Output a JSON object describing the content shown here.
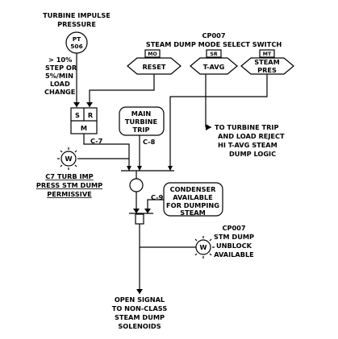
{
  "turbine_impulse_pressure": {
    "title_lines": [
      "TURBINE IMPULSE",
      "PRESSURE"
    ],
    "instrument": [
      "PT",
      "506"
    ]
  },
  "setpoint_condition": [
    "> 10%",
    "STEP OR",
    "5%/MIN",
    "LOAD",
    "CHANGE"
  ],
  "mode_select": {
    "id": "CP007",
    "title": "STEAM DUMP MODE SELECT SWITCH",
    "positions": [
      {
        "tag": "MO",
        "label_lines": [
          "RESET"
        ]
      },
      {
        "tag": "SR",
        "label_lines": [
          "T-AVG"
        ]
      },
      {
        "tag": "MT",
        "label_lines": [
          "STEAM",
          "PRES"
        ]
      }
    ]
  },
  "flip_flop": {
    "set": "S",
    "reset": "R",
    "memory": "M"
  },
  "main_turbine_trip": {
    "label_lines": [
      "MAIN",
      "TURBINE",
      "TRIP"
    ],
    "ref": "C-8"
  },
  "c7": {
    "ref": "C-7",
    "window": "W",
    "label_lines": [
      "C7 TURB IMP",
      "PRESS STM DUMP",
      "PERMISSIVE"
    ]
  },
  "to_turbine_trip_lines": [
    "TO TURBINE TRIP",
    "AND LOAD REJECT",
    "HI T-AVG STEAM",
    "DUMP LOGIC"
  ],
  "condenser": {
    "label_lines": [
      "CONDENSER",
      "AVAILABLE",
      "FOR DUMPING",
      "STEAM"
    ],
    "ref": "C-9"
  },
  "unblock": {
    "window": "W",
    "label_lines": [
      "CP007",
      "STM DUMP",
      "UNBLOCK",
      "AVAILABLE"
    ]
  },
  "output_lines": [
    "OPEN SIGNAL",
    "TO NON-CLASS",
    "STEAM DUMP",
    "SOLENOIDS"
  ]
}
